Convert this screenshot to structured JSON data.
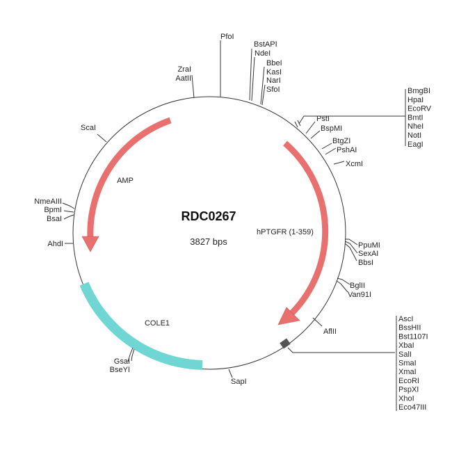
{
  "plasmid": {
    "name": "RDC0267",
    "size": "3827 bps"
  },
  "features": {
    "amp": "AMP",
    "hptgfr": "hPTGFR (1-359)",
    "cole1": "COLE1"
  },
  "colors": {
    "arrow": "#e8706f",
    "arrow_stroke": "#c85a5a",
    "ori": "#6fd6d3"
  },
  "sites": {
    "top": [
      "PfoI",
      "ZraI",
      "AatII",
      "BstAPI",
      "NdeI",
      "BbeI",
      "KasI",
      "NarI",
      "SfoI"
    ],
    "mcs1": [
      "BmgBI",
      "HpaI",
      "EcoRV",
      "BmtI",
      "NheI",
      "NotI",
      "EagI"
    ],
    "right": [
      "PstI",
      "BspMI",
      "BtgZI",
      "PshAI",
      "XcmI",
      "PpuMI",
      "SexAI",
      "BbsI",
      "BglII",
      "Van91I",
      "AflII"
    ],
    "mcs2": [
      "AscI",
      "BssHII",
      "Bst1107I",
      "XbaI",
      "SalI",
      "SmaI",
      "XmaI",
      "EcoRI",
      "PspXI",
      "XhoI",
      "Eco47III"
    ],
    "left": [
      "ScaI",
      "NmeAIII",
      "BpmI",
      "BsaI",
      "AhdI",
      "GsaI",
      "BseYI",
      "SapI"
    ]
  }
}
